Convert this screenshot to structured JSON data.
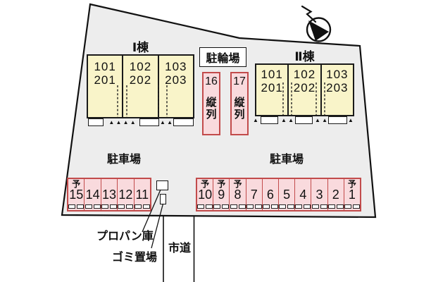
{
  "colors": {
    "site_fill": "#ededed",
    "building_fill": "#f9f4c9",
    "stall_fill": "#f9dadd",
    "stall_border": "#c24b4b",
    "line": "#111111"
  },
  "icons": {
    "north_arrow": "north-arrow"
  },
  "buildings": [
    {
      "title": "Ⅰ棟",
      "units": [
        {
          "upper": "101",
          "lower": "201"
        },
        {
          "upper": "102",
          "lower": "202"
        },
        {
          "upper": "103",
          "lower": "203"
        }
      ]
    },
    {
      "title": "Ⅱ棟",
      "units": [
        {
          "upper": "101",
          "lower": "201"
        },
        {
          "upper": "102",
          "lower": "202"
        },
        {
          "upper": "103",
          "lower": "203"
        }
      ]
    }
  ],
  "bicycle": {
    "label": "駐輪場",
    "stalls": [
      {
        "number": "16",
        "type": "縦列"
      },
      {
        "number": "17",
        "type": "縦列"
      }
    ]
  },
  "parking_left": {
    "label": "駐車場",
    "spaces": [
      {
        "number": "15",
        "reserved": "予"
      },
      {
        "number": "14",
        "reserved": ""
      },
      {
        "number": "13",
        "reserved": ""
      },
      {
        "number": "12",
        "reserved": ""
      },
      {
        "number": "11",
        "reserved": ""
      }
    ]
  },
  "parking_right": {
    "label": "駐車場",
    "spaces": [
      {
        "number": "10",
        "reserved": "予"
      },
      {
        "number": "9",
        "reserved": "予"
      },
      {
        "number": "8",
        "reserved": "予"
      },
      {
        "number": "7",
        "reserved": ""
      },
      {
        "number": "6",
        "reserved": ""
      },
      {
        "number": "5",
        "reserved": ""
      },
      {
        "number": "4",
        "reserved": ""
      },
      {
        "number": "3",
        "reserved": ""
      },
      {
        "number": "2",
        "reserved": ""
      },
      {
        "number": "1",
        "reserved": "予"
      }
    ]
  },
  "facilities": {
    "propane": "プロパン庫",
    "garbage": "ゴミ置場",
    "road": "市道"
  },
  "markers": {
    "entrance_quad": "▲ ▲ ▲ ▲",
    "entrance_pair": "▲ ▲",
    "entrance_single": "▲"
  }
}
